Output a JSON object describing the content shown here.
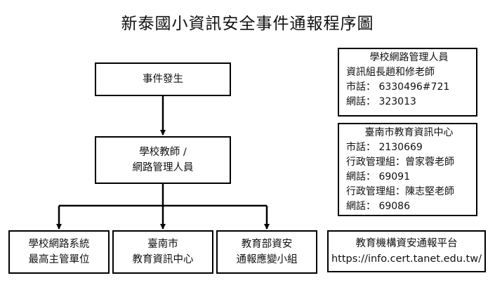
{
  "title": "新泰國小資訊安全事件通報程序圖",
  "flow": {
    "event": "事件發生",
    "teacher_line1": "學校教師 /",
    "teacher_line2": "網路管理人員",
    "targets": [
      {
        "line1": "學校網路系統",
        "line2": "最高主管單位"
      },
      {
        "line1": "臺南市",
        "line2": "教育資訊中心"
      },
      {
        "line1": "教育部資安",
        "line2": "通報應變小組"
      }
    ]
  },
  "contact_school": {
    "heading": "學校網路管理人員",
    "lines": [
      "資訊組長趙和修老師",
      "市話：  6330496#721",
      "網話：  323013"
    ]
  },
  "contact_center": {
    "heading": "臺南市教育資訊中心",
    "lines": [
      "市話：  2130669",
      "行政管理組：曾家蓉老師",
      "網話：  69091",
      "行政管理組：陳志堅老師",
      "網話：  69086"
    ]
  },
  "platform": {
    "line1": "教育機構資安通報平台",
    "line2": "https://info.cert.tanet.edu.tw/"
  }
}
